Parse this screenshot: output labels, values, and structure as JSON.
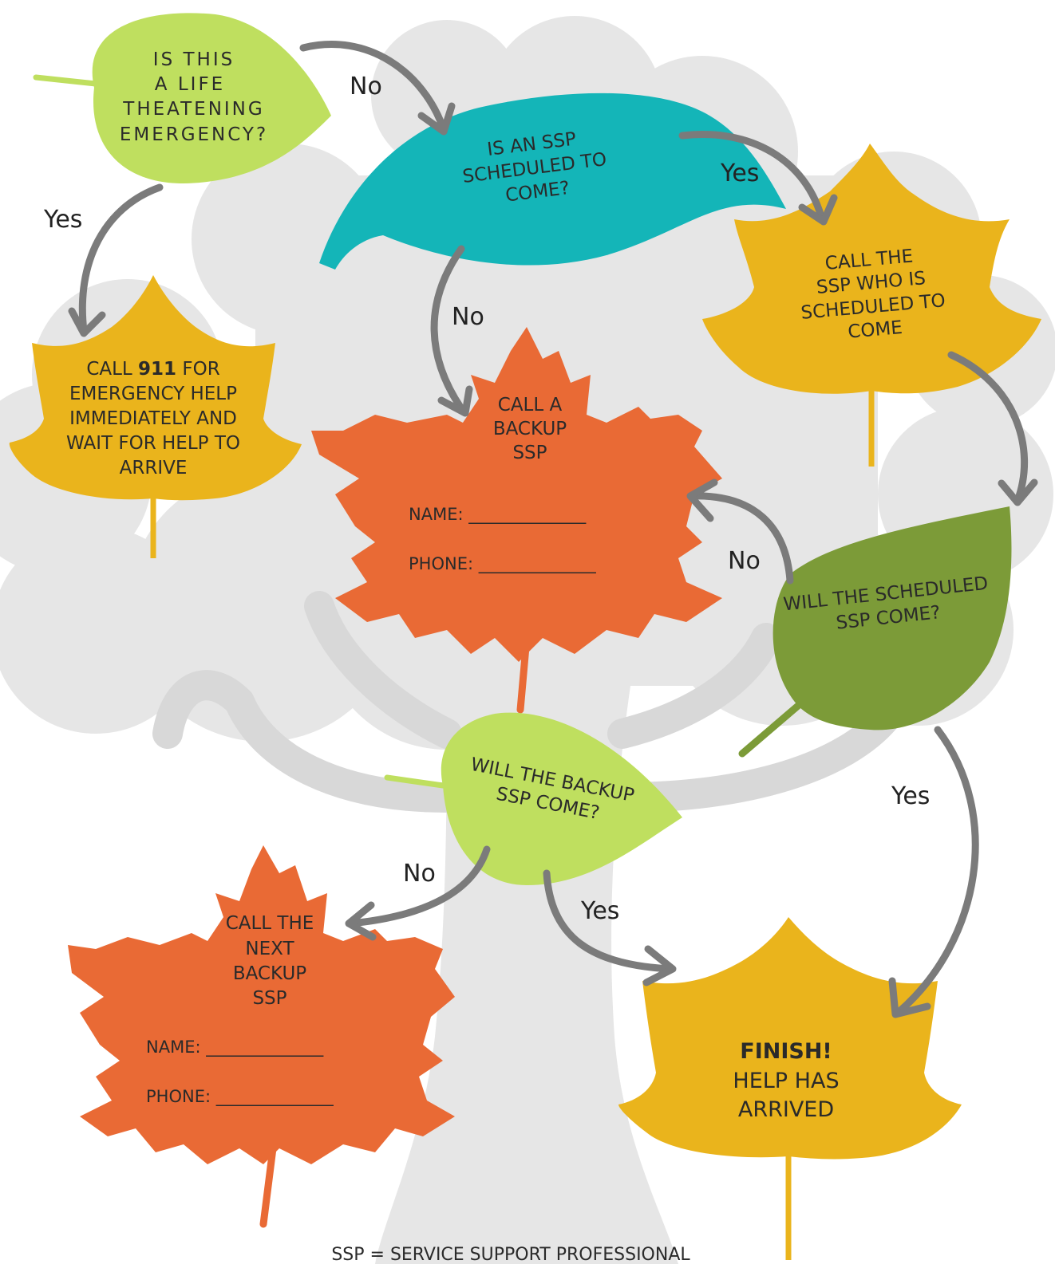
{
  "colors": {
    "tree": "#e6e6e6",
    "tree_shade": "#d9d9d9",
    "light_green": "#bfdf5f",
    "teal": "#14b5b8",
    "yellow": "#eab41c",
    "orange": "#e96a35",
    "olive": "#7c9b38",
    "arrow": "#7b7b7b"
  },
  "nodes": {
    "life_threatening": {
      "lines": [
        "IS THIS",
        "A LIFE",
        "THEATENING",
        "EMERGENCY?"
      ]
    },
    "ssp_scheduled": {
      "lines": [
        "IS AN SSP",
        "SCHEDULED TO",
        "COME?"
      ]
    },
    "call_scheduled": {
      "lines": [
        "CALL THE",
        "SSP WHO IS",
        "SCHEDULED TO",
        "COME"
      ]
    },
    "call_911": {
      "line1_a": "CALL ",
      "line1_bold": "911",
      "line1_b": " FOR",
      "lines": [
        "EMERGENCY HELP",
        "IMMEDIATELY AND",
        "WAIT FOR HELP TO",
        "ARRIVE"
      ]
    },
    "call_backup": {
      "lines": [
        "CALL A",
        "BACKUP",
        "SSP"
      ],
      "name_label": "NAME: ______________",
      "phone_label": "PHONE: ______________"
    },
    "will_scheduled": {
      "lines": [
        "WILL THE SCHEDULED",
        "SSP COME?"
      ]
    },
    "will_backup": {
      "lines": [
        "WILL THE BACKUP",
        "SSP  COME?"
      ]
    },
    "call_next": {
      "lines": [
        "CALL THE",
        "NEXT",
        "BACKUP",
        "SSP"
      ],
      "name_label": "NAME: ______________",
      "phone_label": "PHONE: ______________"
    },
    "finish": {
      "bold": "FINISH!",
      "lines": [
        "HELP HAS",
        "ARRIVED"
      ]
    }
  },
  "edges": {
    "life_yes": "Yes",
    "life_no": "No",
    "scheduled_yes": "Yes",
    "scheduled_no": "No",
    "will_scheduled_no": "No",
    "will_scheduled_yes": "Yes",
    "backup_no": "No",
    "backup_yes": "Yes"
  },
  "footer": "SSP = SERVICE SUPPORT PROFESSIONAL"
}
